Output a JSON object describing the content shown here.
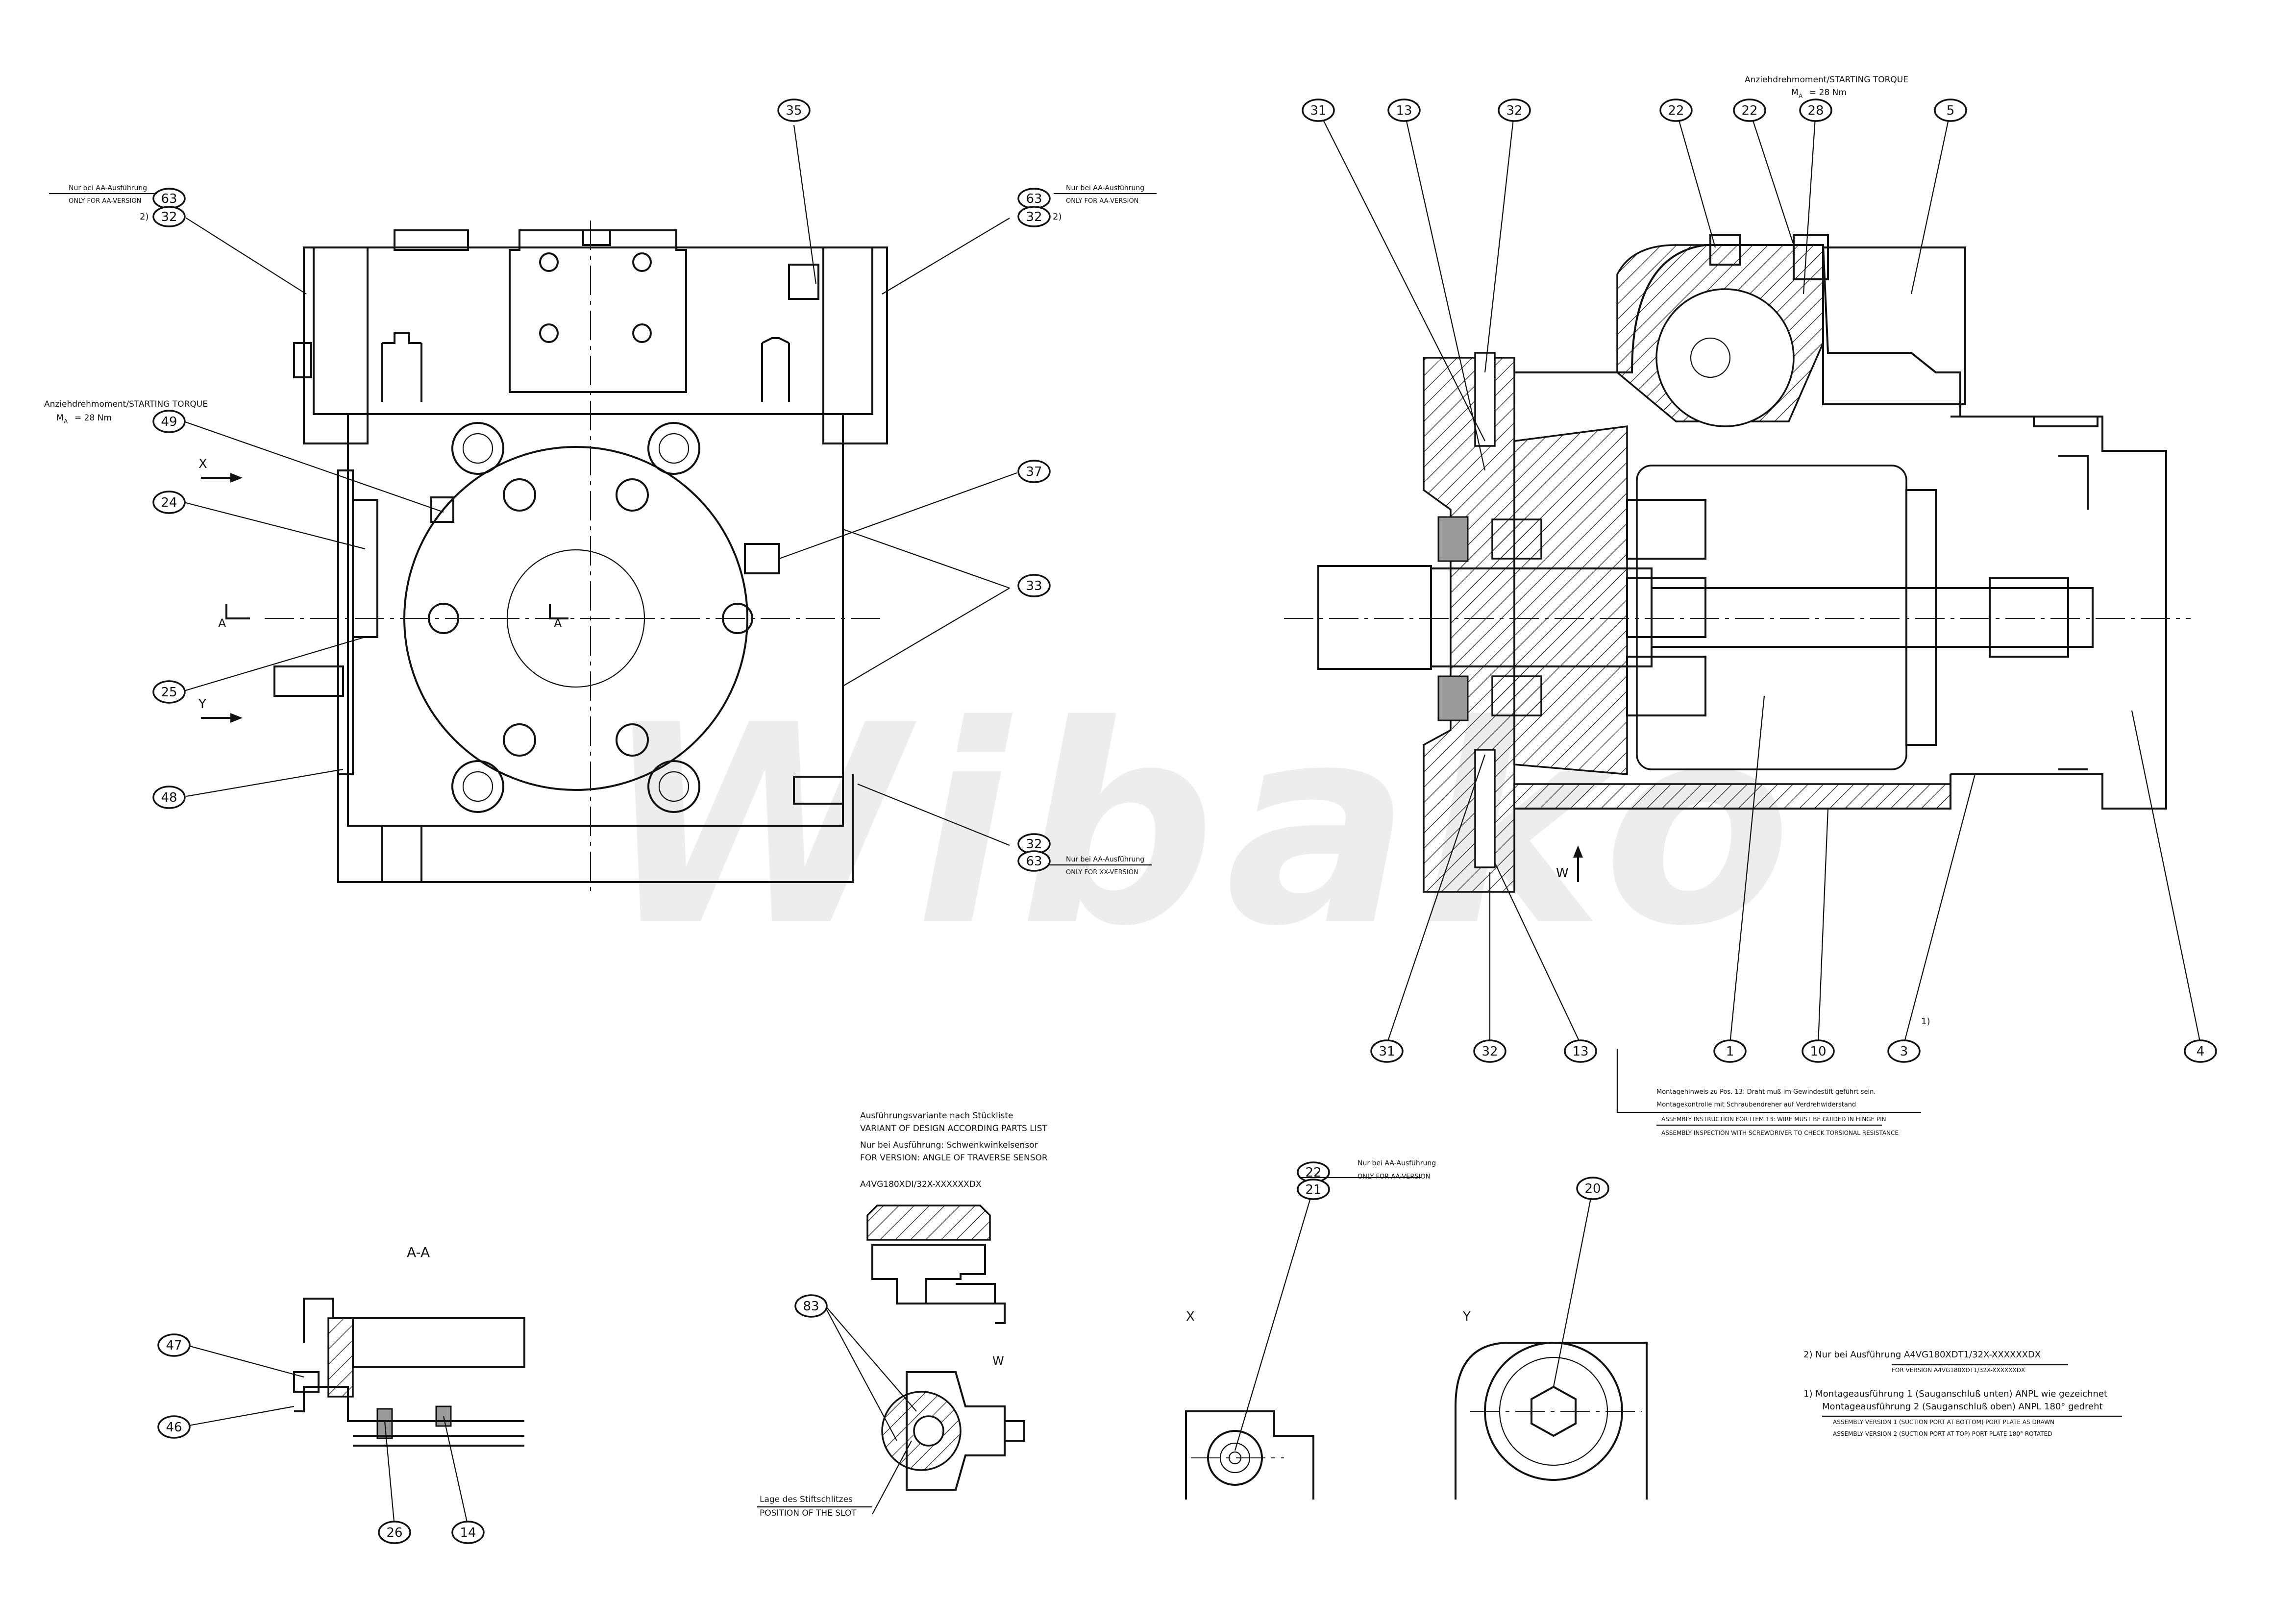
{
  "watermark": "Wibako",
  "balloons": {
    "top_left": [
      "35",
      "63",
      "32",
      "63",
      "32",
      "49",
      "24",
      "25",
      "48",
      "37",
      "33",
      "32",
      "63"
    ],
    "top_right": [
      "31",
      "13",
      "32",
      "22",
      "22",
      "28",
      "5"
    ],
    "bottom_right": [
      "31",
      "32",
      "13",
      "1",
      "10",
      "3",
      "4"
    ],
    "section_aa": [
      "47",
      "46",
      "26",
      "14"
    ],
    "sensor": [
      "83"
    ],
    "views": [
      "22",
      "21",
      "20"
    ]
  },
  "notes": {
    "aa_version_de": "Nur bei AA-Ausführung",
    "aa_version_en": "ONLY FOR AA-VERSION",
    "xx_version_de": "Nur bei AA-Ausführung",
    "xx_version_en": "ONLY FOR XX-VERSION",
    "footnote_2": "2)",
    "footnote_1": "1)",
    "torque_de_en": "Anziehdrehmoment/STARTING TORQUE",
    "torque_value": "M",
    "torque_sub": "A",
    "torque_nm": "= 28 Nm",
    "mount_hint_de": "Montagehinweis zu Pos. 13: Draht muß im Gewindestift geführt sein.",
    "mount_check_de": "Montagekontrolle mit Schraubendreher auf Verdrehwiderstand",
    "mount_hint_en": "ASSEMBLY INSTRUCTION FOR ITEM 13: WIRE MUST BE GUIDED IN HINGE PIN",
    "mount_check_en": "ASSEMBLY INSPECTION WITH SCREWDRIVER TO CHECK TORSIONAL RESISTANCE",
    "variant_de": "Ausführungsvariante nach Stückliste",
    "variant_en": "VARIANT OF DESIGN ACCORDING PARTS LIST",
    "sensor_de": "Nur bei Ausführung: Schwenkwinkelsensor",
    "sensor_en": "FOR VERSION: ANGLE OF TRAVERSE SENSOR",
    "model": "A4VG180XDI/32X-XXXXXXDX",
    "slot_de": "Lage des Stiftschlitzes",
    "slot_en": "POSITION OF THE SLOT",
    "fn2_de": "2)   Nur bei Ausführung A4VG180XDT1/32X-XXXXXXDX",
    "fn2_en": "FOR VERSION A4VG180XDT1/32X-XXXXXXDX",
    "fn1_de_a": "1)   Montageausführung 1 (Sauganschluß unten) ANPL wie gezeichnet",
    "fn1_de_b": "Montageausführung 2 (Sauganschluß oben) ANPL 180° gedreht",
    "fn1_en_a": "ASSEMBLY VERSION 1 (SUCTION PORT AT BOTTOM) PORT PLATE AS DRAWN",
    "fn1_en_b": "ASSEMBLY VERSION 2 (SUCTION PORT AT TOP) PORT PLATE 180° ROTATED"
  },
  "views": {
    "section_label": "A-A",
    "x": "X",
    "y": "Y",
    "w": "W",
    "a": "A"
  }
}
